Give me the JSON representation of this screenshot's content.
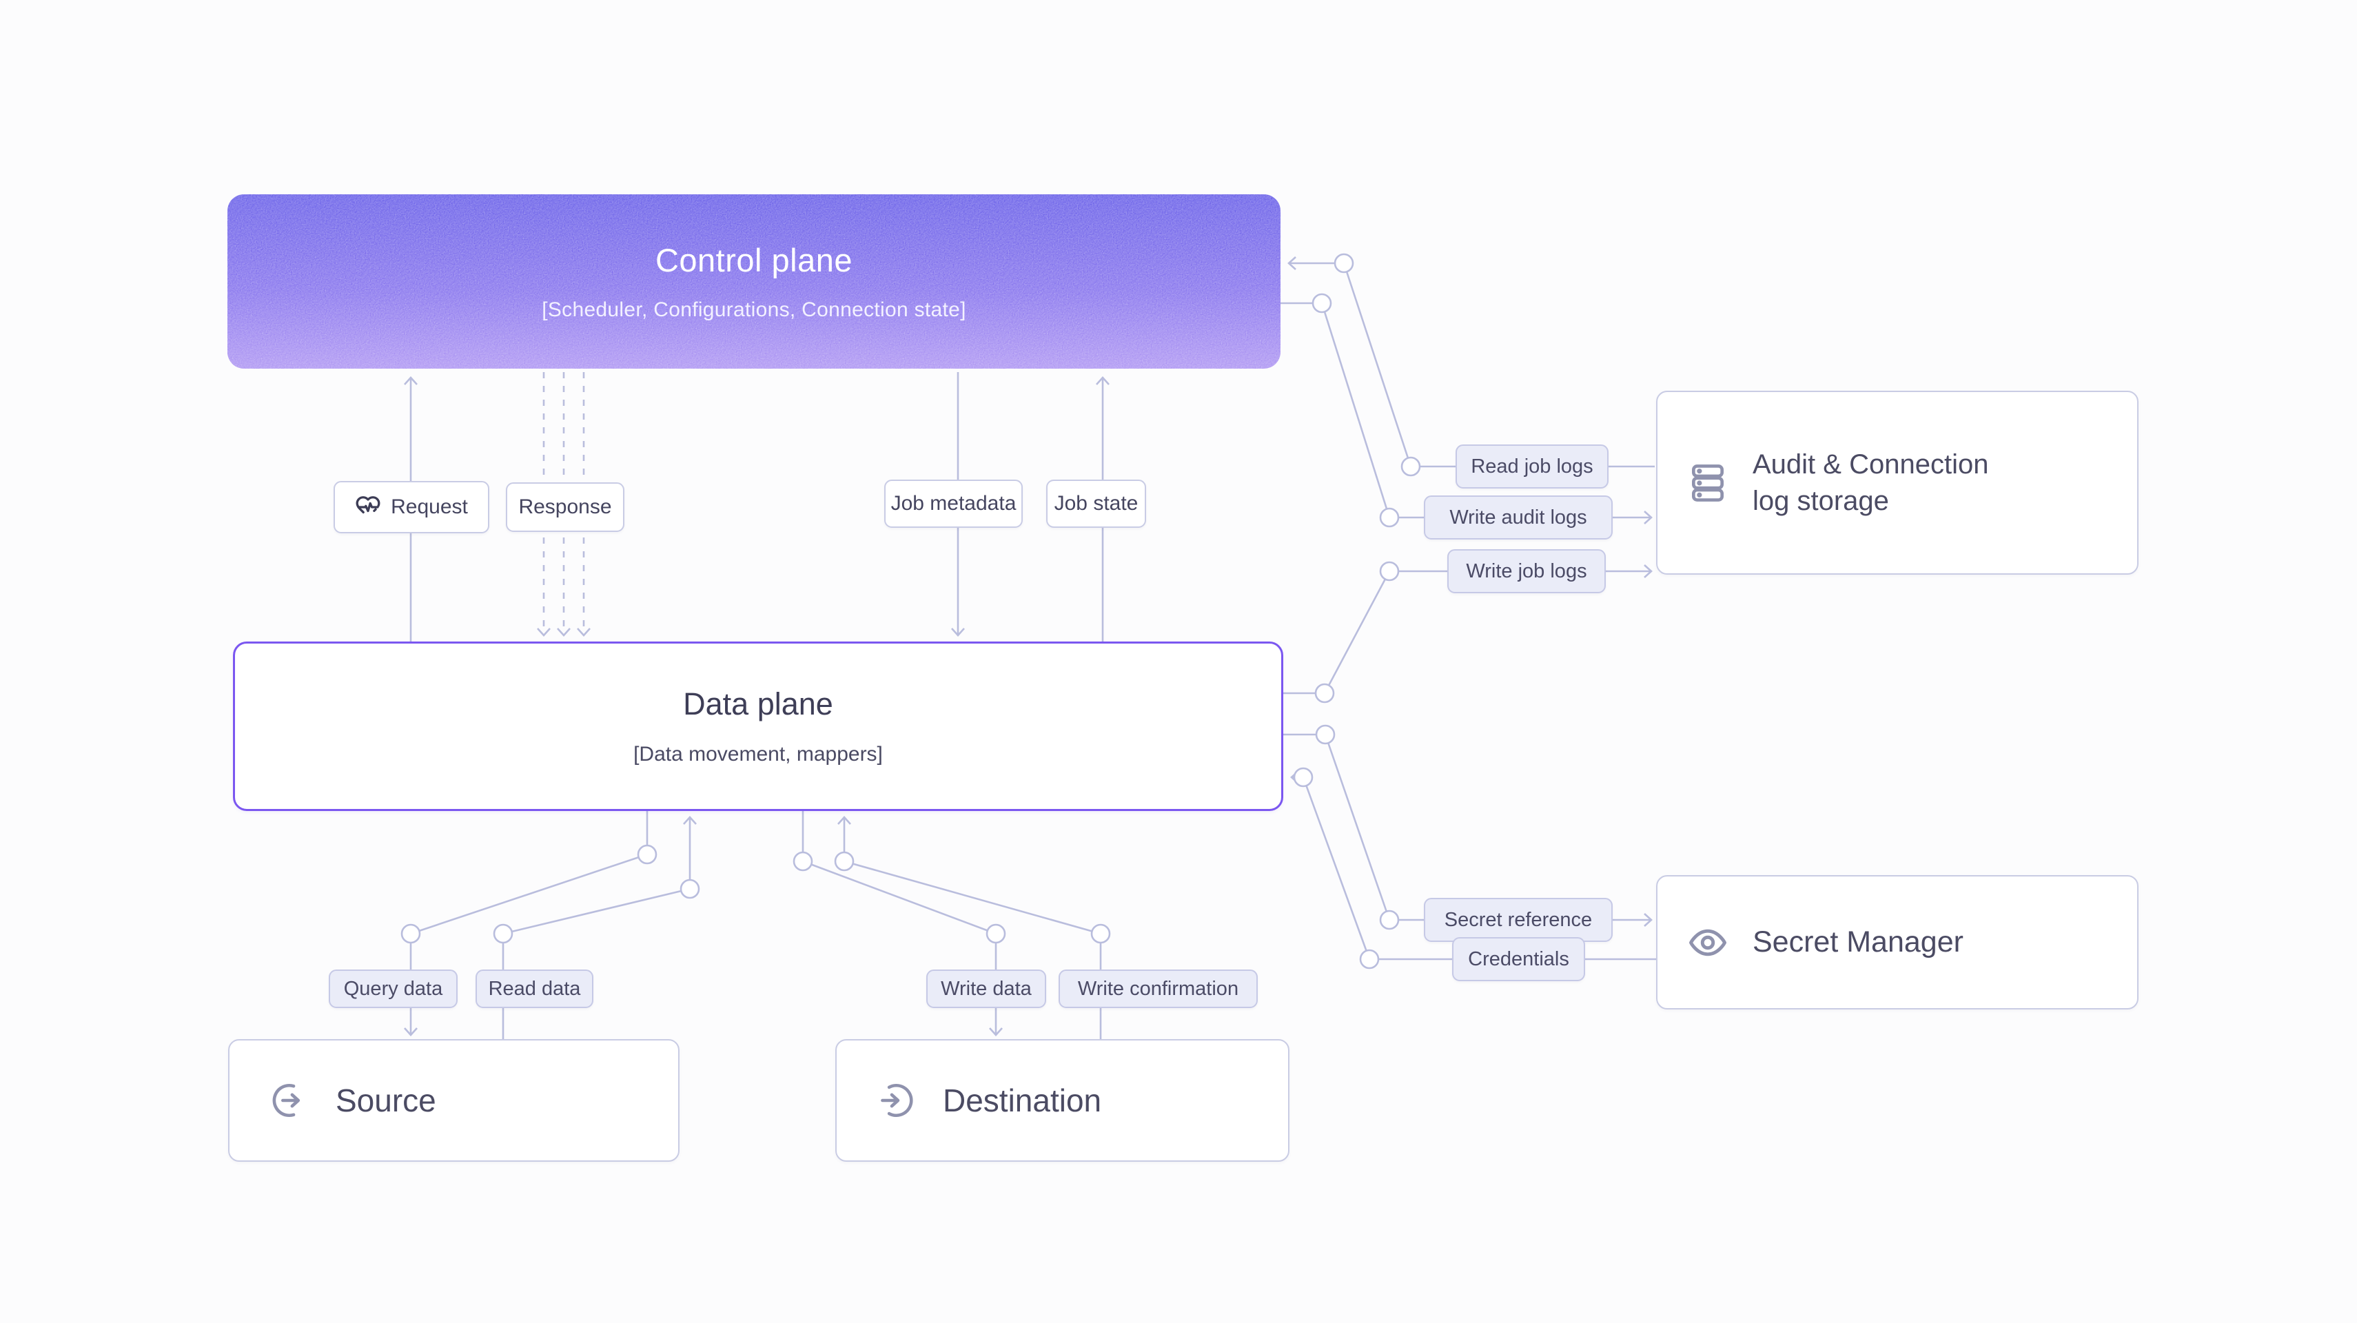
{
  "diagram": {
    "background": "#fcfcfd",
    "wire_color": "#b9bddd",
    "boxes": {
      "control_plane": {
        "title": "Control plane",
        "subtitle": "[Scheduler, Configurations, Connection state]",
        "gradient_top": "#5f55e7",
        "gradient_bottom": "#a98ff2"
      },
      "data_plane": {
        "title": "Data plane",
        "subtitle": "[Data movement, mappers]",
        "border_color": "#7b57f0"
      },
      "source": {
        "title": "Source",
        "icon": "arrow-out-circle-icon"
      },
      "destination": {
        "title": "Destination",
        "icon": "arrow-in-circle-icon"
      },
      "audit_log_storage": {
        "title": "Audit & Connection log storage",
        "icon": "database-stack-icon"
      },
      "secret_manager": {
        "title": "Secret Manager",
        "icon": "eye-icon"
      }
    },
    "edge_labels": {
      "request": "Request",
      "response": "Response",
      "job_metadata": "Job metadata",
      "job_state": "Job state",
      "read_job_logs": "Read job logs",
      "write_audit_logs": "Write audit logs",
      "write_job_logs": "Write job logs",
      "secret_reference": "Secret reference",
      "credentials": "Credentials",
      "query_data": "Query data",
      "read_data": "Read data",
      "write_data": "Write data",
      "write_confirmation": "Write confirmation"
    },
    "icons": {
      "request": "heart-pulse-icon",
      "audit": "database-stack-icon",
      "secret": "eye-icon",
      "source": "arrow-out-circle-icon",
      "destination": "arrow-in-circle-icon"
    }
  }
}
